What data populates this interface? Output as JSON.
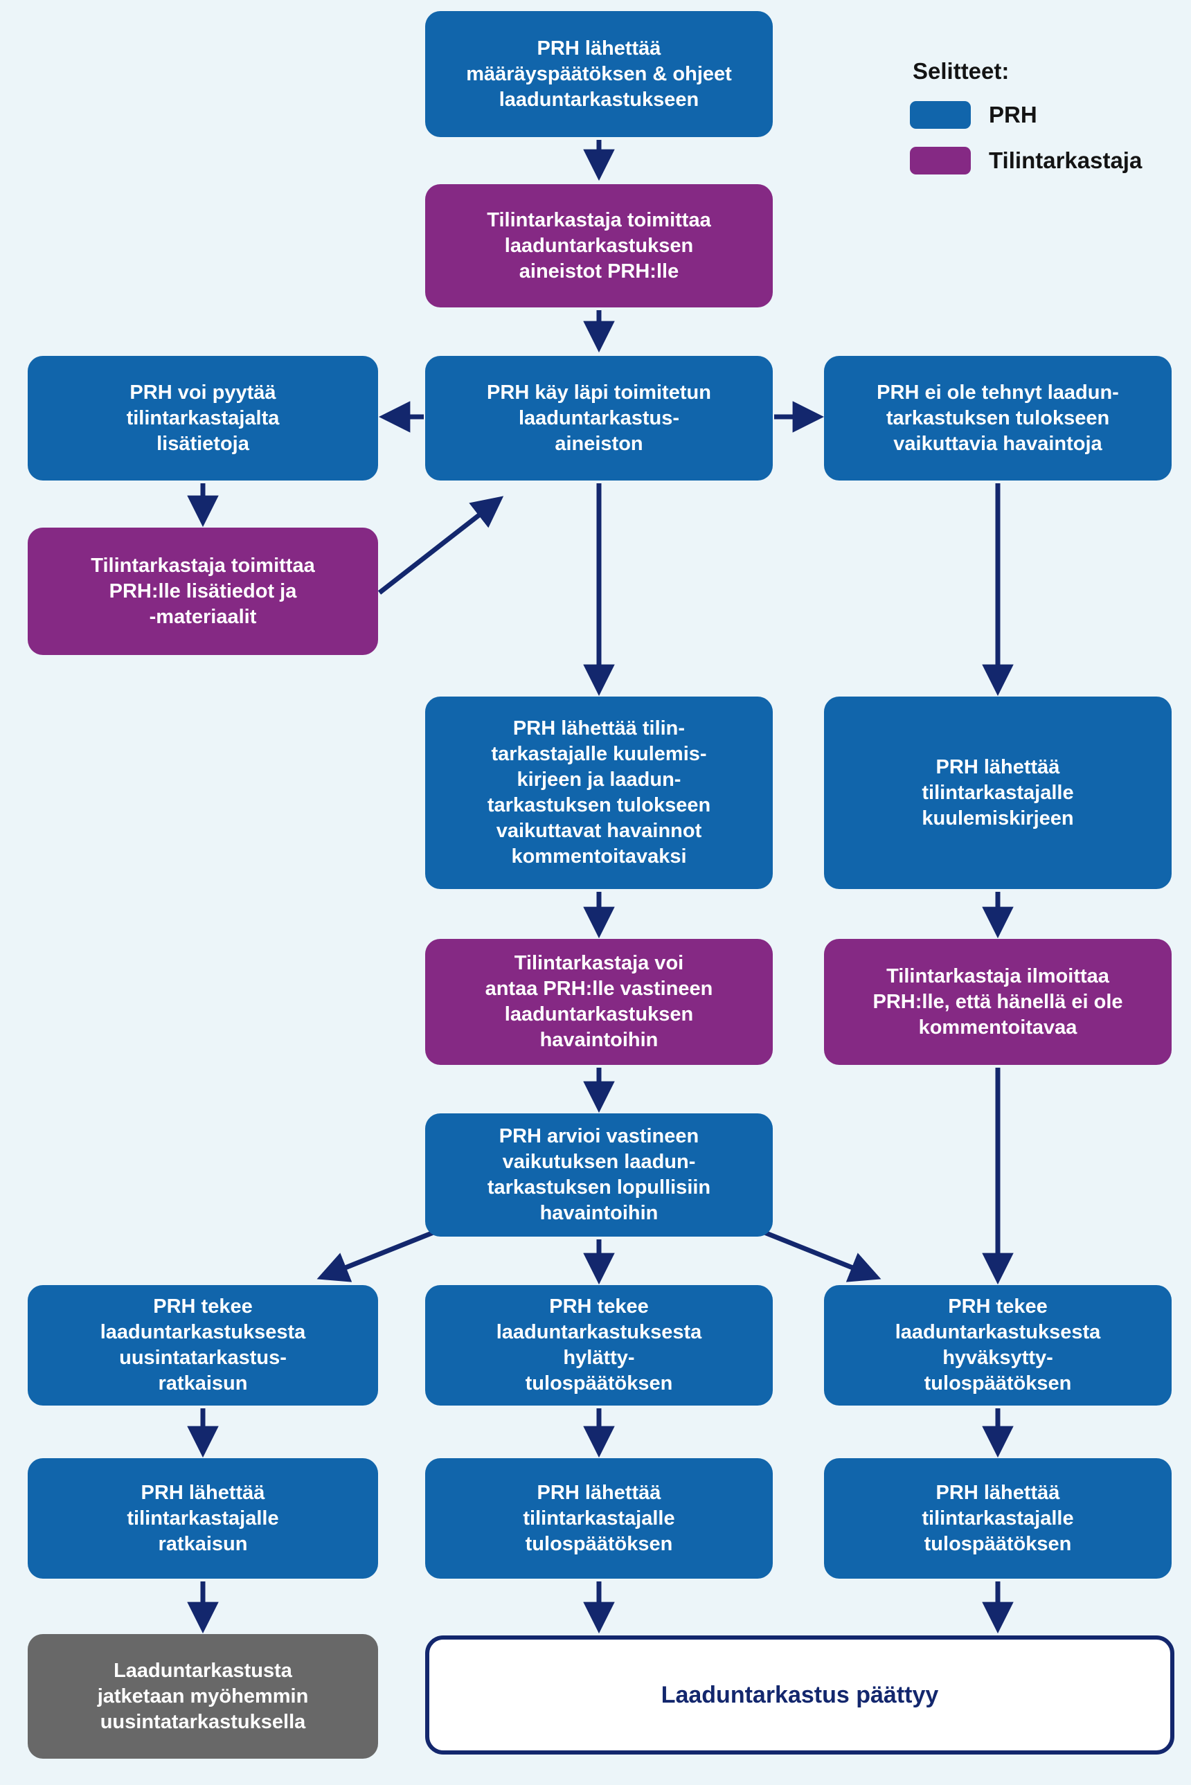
{
  "colors": {
    "background": "#ecf5f9",
    "prh_blue": "#1165ab",
    "auditor_purple": "#852984",
    "neutral_gray": "#686868",
    "arrow_navy": "#13276d",
    "end_box_background": "#ffffff",
    "end_box_border": "#13276d"
  },
  "legend": {
    "title": "Selitteet:",
    "items": [
      {
        "label": "PRH",
        "color": "#1165ab"
      },
      {
        "label": "Tilintarkastaja",
        "color": "#852984"
      }
    ]
  },
  "nodes": {
    "send_order": "PRH lähettää\nmääräyspäätöksen & ohjeet\nlaaduntarkastukseen",
    "deliver_materials": "Tilintarkastaja toimittaa\nlaaduntarkastuksen\naineistot PRH:lle",
    "request_info": "PRH voi pyytää\ntilintarkastajalta\nlisätietoja",
    "review_materials": "PRH käy läpi toimitetun\nlaaduntarkastus-\naineiston",
    "no_findings": "PRH ei ole tehnyt laadun-\ntarkastuksen tulokseen\nvaikuttavia havaintoja",
    "provide_info": "Tilintarkastaja toimittaa\nPRH:lle lisätiedot ja\n-materiaalit",
    "hearing_with_findings": "PRH lähettää tilin-\ntarkastajalle kuulemis-\nkirjeen ja laadun-\ntarkastuksen tulokseen\nvaikuttavat havainnot\nkommentoitavaksi",
    "hearing_letter": "PRH lähettää\ntilintarkastajalle\nkuulemiskirjeen",
    "response": "Tilintarkastaja voi\nantaa PRH:lle vastineen\nlaaduntarkastuksen\nhavaintoihin",
    "no_comment": "Tilintarkastaja ilmoittaa\nPRH:lle, että hänellä ei ole\nkommentoitavaa",
    "assess_response": "PRH arvioi vastineen\nvaikutuksen laadun-\ntarkastuksen lopullisiin\nhavaintoihin",
    "decision_retake": "PRH tekee\nlaaduntarkastuksesta\nuusintatarkastus-\nratkaisun",
    "decision_rejected": "PRH tekee\nlaaduntarkastuksesta\nhylätty-\ntulospäätöksen",
    "decision_approved": "PRH tekee\nlaaduntarkastuksesta\nhyväksytty-\ntulospäätöksen",
    "send_decision": "PRH lähettää\ntilintarkastajalle\nratkaisun",
    "send_result_rejected": "PRH lähettää\ntilintarkastajalle\ntulospäätöksen",
    "send_result_approved": "PRH lähettää\ntilintarkastajalle\ntulospäätöksen",
    "continue_later": "Laaduntarkastusta\njatketaan myöhemmin\nuusintatarkastuksella",
    "end": "Laaduntarkastus päättyy"
  }
}
